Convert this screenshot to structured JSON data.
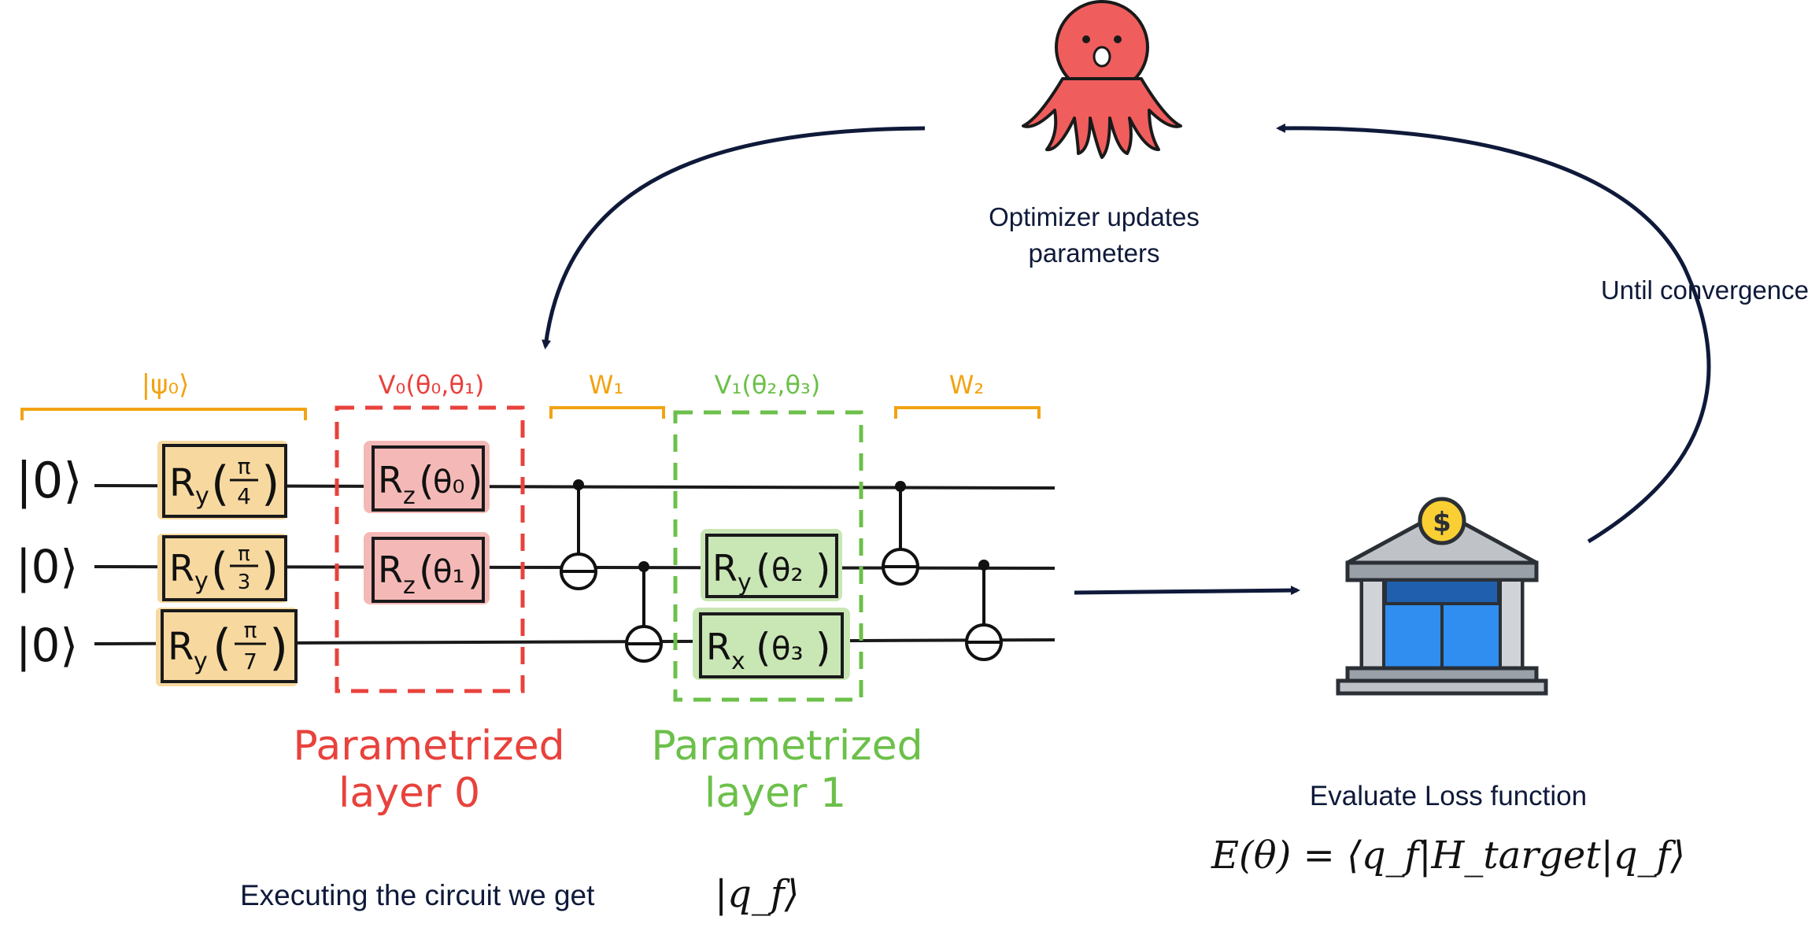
{
  "optimizer": {
    "line1": "Optimizer updates",
    "line2": "parameters"
  },
  "convergence_label": "Until convergence",
  "loss": {
    "title": "Evaluate Loss function",
    "formula": "E(θ) = ⟨q_f|H_target|q_f⟩"
  },
  "execute_label": "Executing the circuit we get",
  "execute_state": "|q_f⟩",
  "circuit": {
    "qubit_kets": [
      "|0⟩",
      "|0⟩",
      "|0⟩"
    ],
    "bracket_labels": {
      "psi0": "|ψ₀⟩",
      "v0": "V₀(θ₀,θ₁)",
      "w1": "W₁",
      "v1": "V₁(θ₂,θ₃)",
      "w2": "W₂"
    },
    "gates_ry": [
      {
        "op": "R",
        "sub": "y",
        "num": "π",
        "den": "4"
      },
      {
        "op": "R",
        "sub": "y",
        "num": "π",
        "den": "3"
      },
      {
        "op": "R",
        "sub": "y",
        "num": "π",
        "den": "7"
      }
    ],
    "gates_rz": [
      {
        "op": "R",
        "sub": "z",
        "arg": "θ₀"
      },
      {
        "op": "R",
        "sub": "z",
        "arg": "θ₁"
      }
    ],
    "gates_layer1": [
      {
        "op": "R",
        "sub": "y",
        "arg": "θ₂"
      },
      {
        "op": "R",
        "sub": "x",
        "arg": "θ₃"
      }
    ],
    "layer0_label": [
      "Parametrized",
      "layer 0"
    ],
    "layer1_label": [
      "Parametrized",
      "layer 1"
    ]
  },
  "colors": {
    "navy": "#0f1a3a",
    "orange": "#f2a313",
    "red": "#e8423c",
    "green": "#6cc04a",
    "ry_fill": "#f7d9a0",
    "rz_fill": "#f4b9b7",
    "layer1_fill": "#c9e6b5",
    "octopus": "#f05d5d",
    "bank_blue": "#2f8ef0",
    "coin": "#f9cf33"
  }
}
